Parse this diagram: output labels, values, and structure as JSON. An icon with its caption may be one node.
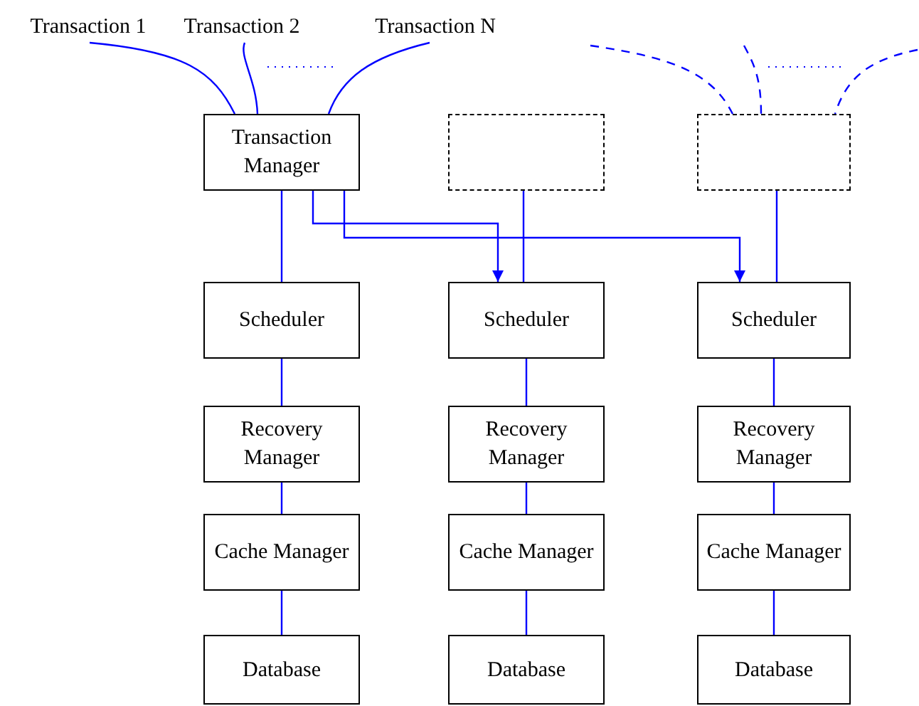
{
  "diagram": {
    "nodes": [
      {
        "text": [
          "Transaction 1"
        ]
      },
      {
        "text": [
          "Transaction 2"
        ]
      },
      {
        "text": [
          "Transaction N"
        ]
      },
      {
        "text": [
          "Transaction Manager"
        ]
      },
      {
        "text": [],
        "shape": "box"
      },
      {
        "text": [],
        "shape": "box"
      },
      {
        "text": [
          "Scheduler"
        ]
      },
      {
        "text": [
          "Recovery Manager"
        ]
      },
      {
        "text": [
          "Cache Manager"
        ]
      },
      {
        "text": [
          "Database"
        ]
      },
      {
        "text": [
          "Scheduler"
        ]
      },
      {
        "text": [
          "Recovery Manager"
        ]
      },
      {
        "text": [
          "Cache Manager"
        ]
      },
      {
        "text": [
          "Database"
        ]
      },
      {
        "text": [
          "Scheduler"
        ]
      },
      {
        "text": [
          "Recovery Manager"
        ]
      },
      {
        "text": [
          "Cache Manager"
        ]
      },
      {
        "text": [
          "Database"
        ]
      }
    ],
    "edges": [
      {
        "from": 0,
        "to": 3,
        "arrow": "none"
      },
      {
        "from": 1,
        "to": 3,
        "arrow": "none"
      },
      {
        "from": 2,
        "to": 3,
        "arrow": "none"
      },
      {
        "from": null,
        "to": 5,
        "arrow": "none",
        "style": "dashed"
      },
      {
        "from": null,
        "to": 5,
        "arrow": "none",
        "style": "dashed"
      },
      {
        "from": null,
        "to": 5,
        "arrow": "none",
        "style": "dashed"
      },
      {
        "from": 3,
        "to": 6,
        "arrow": "none"
      },
      {
        "from": 3,
        "to": 10,
        "arrow": "to"
      },
      {
        "from": 3,
        "to": 14,
        "arrow": "to"
      },
      {
        "from": 4,
        "to": 10,
        "arrow": "none"
      },
      {
        "from": 5,
        "to": 14,
        "arrow": "none"
      },
      {
        "from": 6,
        "to": 7,
        "arrow": "none"
      },
      {
        "from": 7,
        "to": 8,
        "arrow": "none"
      },
      {
        "from": 8,
        "to": 9,
        "arrow": "none"
      },
      {
        "from": 10,
        "to": 11,
        "arrow": "none"
      },
      {
        "from": 11,
        "to": 12,
        "arrow": "none"
      },
      {
        "from": 12,
        "to": 13,
        "arrow": "none"
      },
      {
        "from": 14,
        "to": 15,
        "arrow": "none"
      },
      {
        "from": 15,
        "to": 16,
        "arrow": "none"
      },
      {
        "from": 16,
        "to": 17,
        "arrow": "none"
      }
    ]
  }
}
